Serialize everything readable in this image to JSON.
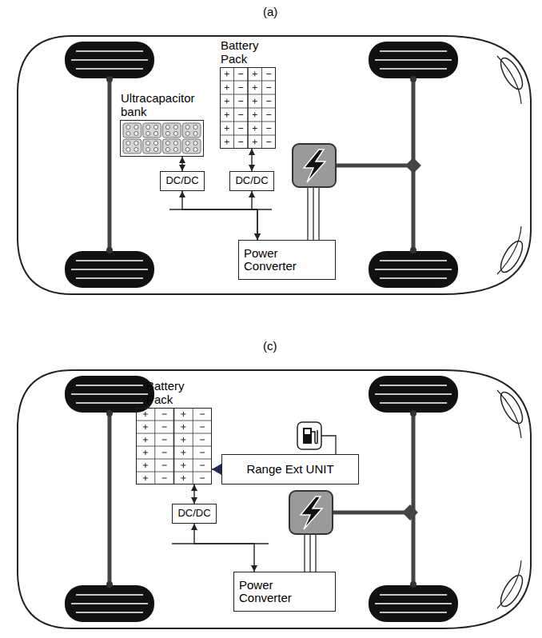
{
  "diagram": {
    "nodes": [
      {
        "text": [
          "Ultracapacitor bank"
        ]
      },
      {
        "text": [
          "Battery Pack"
        ]
      },
      {
        "text": [
          "DC/DC"
        ]
      },
      {
        "text": [
          "DC/DC"
        ]
      },
      {
        "text": [
          "Power Converter"
        ]
      },
      {
        "text": [
          "Battery Pack"
        ]
      },
      {
        "text": [
          "Range Ext UNIT"
        ]
      },
      {
        "text": [
          "DC/DC"
        ]
      },
      {
        "text": [
          "Power Converter"
        ]
      }
    ],
    "edges": [
      {
        "from": 0,
        "to": 2,
        "arrow": "both"
      },
      {
        "from": 1,
        "to": 3,
        "arrow": "both"
      },
      {
        "from": 2,
        "to": 4,
        "arrow": "both"
      },
      {
        "from": 3,
        "to": 4,
        "arrow": "both"
      },
      {
        "from": 6,
        "to": 5,
        "arrow": "to"
      },
      {
        "from": 5,
        "to": 7,
        "arrow": "both"
      },
      {
        "from": 7,
        "to": 8,
        "arrow": "both"
      }
    ],
    "labels": [
      "(a)",
      "(c)"
    ]
  }
}
